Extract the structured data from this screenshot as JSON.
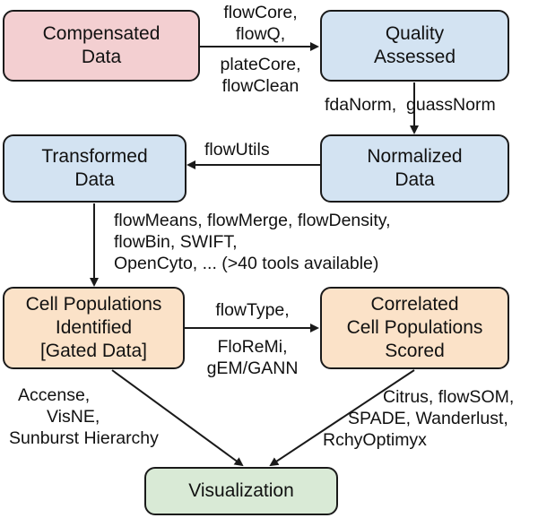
{
  "nodes": {
    "compensated": {
      "line1": "Compensated",
      "line2": "Data"
    },
    "quality": {
      "line1": "Quality",
      "line2": "Assessed"
    },
    "normalized": {
      "line1": "Normalized",
      "line2": "Data"
    },
    "transformed": {
      "line1": "Transformed",
      "line2": "Data"
    },
    "identified": {
      "line1": "Cell Populations",
      "line2": "Identified",
      "line3": "[Gated Data]"
    },
    "correlated": {
      "line1": "Correlated",
      "line2": "Cell Populations",
      "line3": "Scored"
    },
    "visualization": {
      "line1": "Visualization"
    }
  },
  "edge_labels": {
    "compensated_to_quality_top": [
      "flowCore,",
      "flowQ,"
    ],
    "compensated_to_quality_bottom": [
      "plateCore,",
      "flowClean"
    ],
    "quality_to_normalized": "fdaNorm,  guassNorm",
    "normalized_to_transformed": "flowUtils",
    "transformed_to_identified": [
      "flowMeans, flowMerge, flowDensity,",
      "flowBin, SWIFT,",
      "OpenCyto, ... (>40 tools available)"
    ],
    "identified_to_correlated_top": "flowType,",
    "identified_to_correlated_bottom": [
      "FloReMi,",
      "gEM/GANN"
    ],
    "identified_to_visualization": [
      "Accense,",
      "VisNE,",
      "Sunburst Hierarchy"
    ],
    "correlated_to_visualization": [
      "Citrus, flowSOM,",
      "SPADE, Wanderlust,",
      "RchyOptimyx"
    ]
  },
  "colors": {
    "compensated": "#f3cfd1",
    "blue_nodes": "#d3e3f2",
    "peach_nodes": "#fbe2c8",
    "visualization": "#d9ead6",
    "stroke": "#1a1a1a"
  }
}
